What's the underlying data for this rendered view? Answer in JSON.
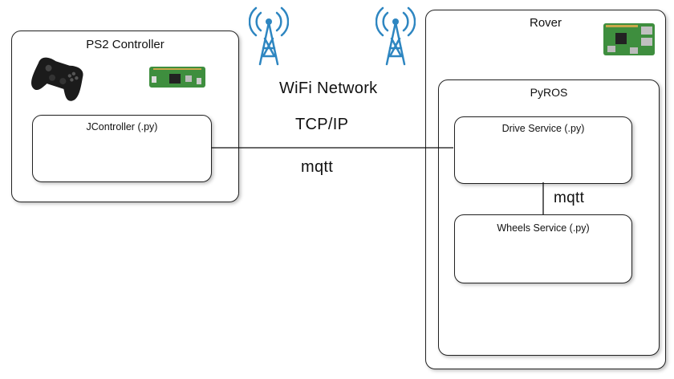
{
  "ps2_controller": {
    "title": "PS2 Controller",
    "jcontroller_label": "JController (.py)",
    "icons": [
      "gamepad-icon",
      "raspberry-pi-zero-icon"
    ]
  },
  "network": {
    "wifi_label": "WiFi Network",
    "tcp_label": "TCP/IP",
    "mqtt_label": "mqtt",
    "icons": [
      "wifi-antenna-icon",
      "wifi-antenna-icon"
    ]
  },
  "rover": {
    "title": "Rover",
    "icon": "raspberry-pi-board-icon",
    "pyros": {
      "title": "PyROS",
      "drive_service_label": "Drive Service (.py)",
      "wheels_service_label": "Wheels Service (.py)",
      "link_label": "mqtt"
    }
  },
  "colors": {
    "antenna": "#2e86c1",
    "controller_body": "#1b1b1b",
    "pcb_green": "#3e8e3e"
  }
}
